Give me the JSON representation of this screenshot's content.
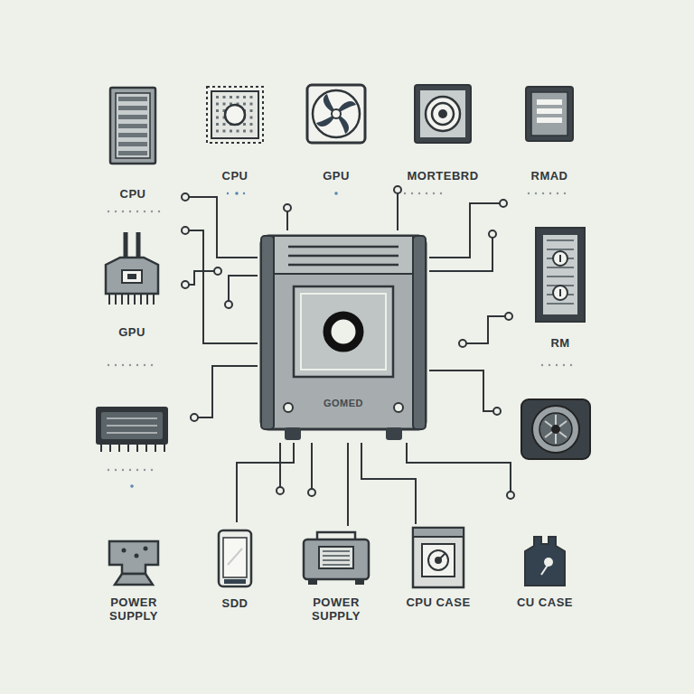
{
  "diagram": {
    "nodes": [
      {
        "text": [
          "CPU"
        ]
      },
      {
        "text": [
          "CPU"
        ]
      },
      {
        "text": [
          "GPU"
        ]
      },
      {
        "text": [
          "MORTEBRD"
        ]
      },
      {
        "text": [
          "RMAD"
        ]
      },
      {
        "text": [
          "GPU"
        ]
      },
      {
        "text": [
          "GOMED"
        ]
      },
      {
        "text": [
          "RM"
        ]
      },
      {
        "text": [
          "POWER SUPPLY"
        ]
      },
      {
        "text": [
          "SDD"
        ]
      },
      {
        "text": [
          "POWER SUPPLY"
        ]
      },
      {
        "text": [
          "CPU CASE"
        ]
      },
      {
        "text": [
          "CU CASE"
        ]
      }
    ]
  }
}
